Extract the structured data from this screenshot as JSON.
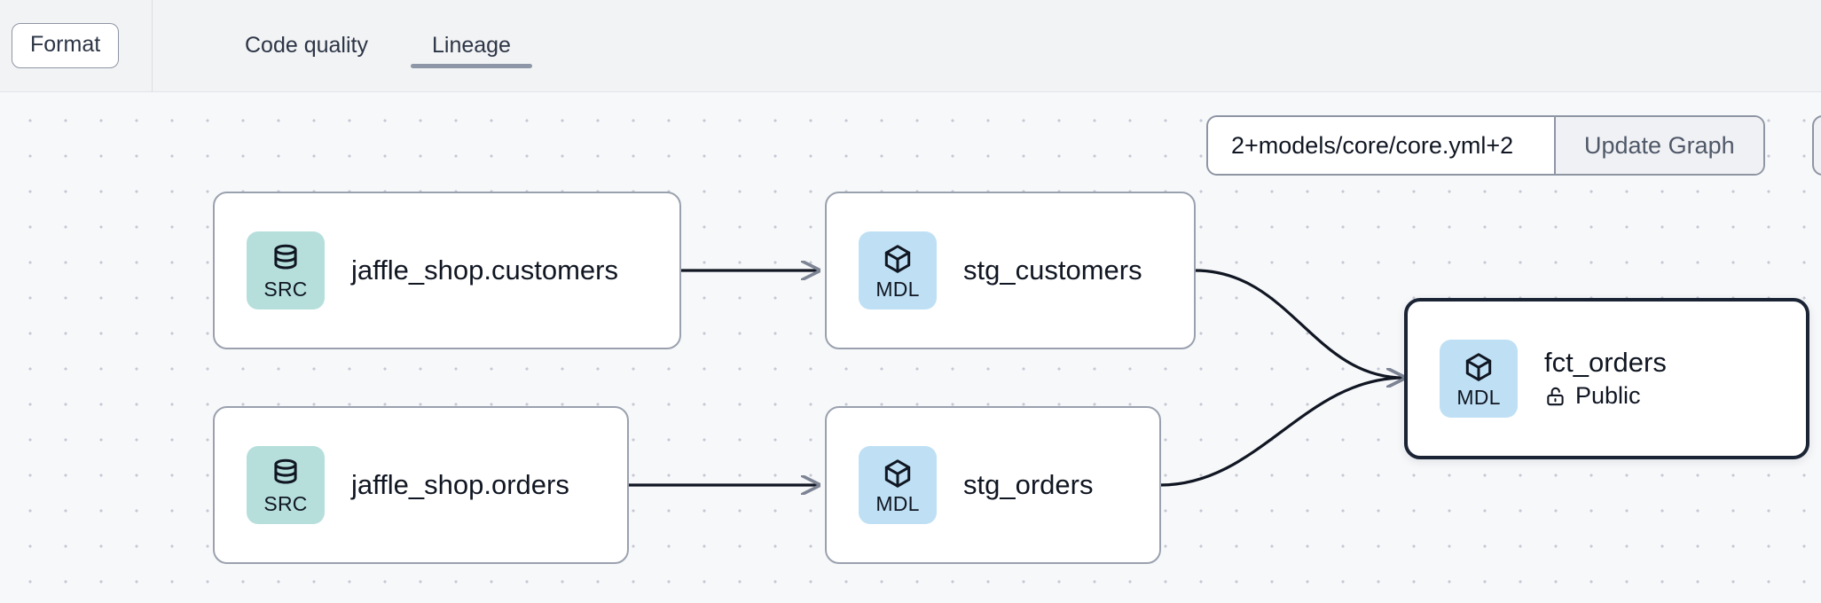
{
  "toolbar": {
    "format_label": "Format",
    "tabs": [
      {
        "label": "Code quality",
        "active": false
      },
      {
        "label": "Lineage",
        "active": true
      }
    ]
  },
  "controls": {
    "selector_value": "2+models/core/core.yml+2",
    "selector_placeholder": "2+models/core/core.yml+2",
    "update_button_label": "Update Graph"
  },
  "graph": {
    "nodes": [
      {
        "id": "jaffle_shop_customers",
        "title": "jaffle_shop.customers",
        "badge_label": "SRC",
        "badge_type": "src",
        "badge_icon": "database-icon",
        "selected": false,
        "subtitle": null,
        "subtitle_icon": null
      },
      {
        "id": "jaffle_shop_orders",
        "title": "jaffle_shop.orders",
        "badge_label": "SRC",
        "badge_type": "src",
        "badge_icon": "database-icon",
        "selected": false,
        "subtitle": null,
        "subtitle_icon": null
      },
      {
        "id": "stg_customers",
        "title": "stg_customers",
        "badge_label": "MDL",
        "badge_type": "mdl",
        "badge_icon": "cube-icon",
        "selected": false,
        "subtitle": null,
        "subtitle_icon": null
      },
      {
        "id": "stg_orders",
        "title": "stg_orders",
        "badge_label": "MDL",
        "badge_type": "mdl",
        "badge_icon": "cube-icon",
        "selected": false,
        "subtitle": null,
        "subtitle_icon": null
      },
      {
        "id": "fct_orders",
        "title": "fct_orders",
        "badge_label": "MDL",
        "badge_type": "mdl",
        "badge_icon": "cube-icon",
        "selected": true,
        "subtitle": "Public",
        "subtitle_icon": "unlock-icon"
      }
    ],
    "edges": [
      {
        "from": "jaffle_shop_customers",
        "to": "stg_customers"
      },
      {
        "from": "jaffle_shop_orders",
        "to": "stg_orders"
      },
      {
        "from": "stg_customers",
        "to": "fct_orders"
      },
      {
        "from": "stg_orders",
        "to": "fct_orders"
      }
    ]
  },
  "colors": {
    "src_badge_bg": "#b6dfdc",
    "mdl_badge_bg": "#bfe0f4",
    "node_border": "#9aa1ae",
    "selected_node_border": "#1b2434",
    "canvas_bg": "#f7f8fa",
    "topbar_bg": "#f2f3f5",
    "active_tab_underline": "#8d97a8",
    "edge_stroke": "#101622"
  }
}
